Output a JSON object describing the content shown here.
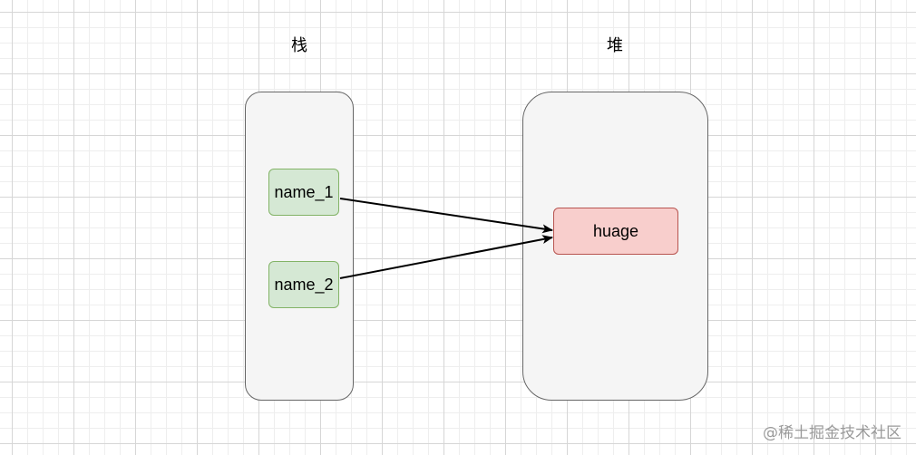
{
  "stack": {
    "title": "栈",
    "items": [
      {
        "label": "name_1"
      },
      {
        "label": "name_2"
      }
    ]
  },
  "heap": {
    "title": "堆",
    "items": [
      {
        "label": "huage"
      }
    ]
  },
  "edges": [
    {
      "from": "name_1",
      "to": "huage"
    },
    {
      "from": "name_2",
      "to": "huage"
    }
  ],
  "colors": {
    "container_fill": "#f5f5f5",
    "container_stroke": "#666666",
    "var_fill": "#d5e8d4",
    "var_stroke": "#82b366",
    "obj_fill": "#f8cecc",
    "obj_stroke": "#b85450",
    "arrow": "#000000"
  },
  "watermark": "@稀土掘金技术社区"
}
